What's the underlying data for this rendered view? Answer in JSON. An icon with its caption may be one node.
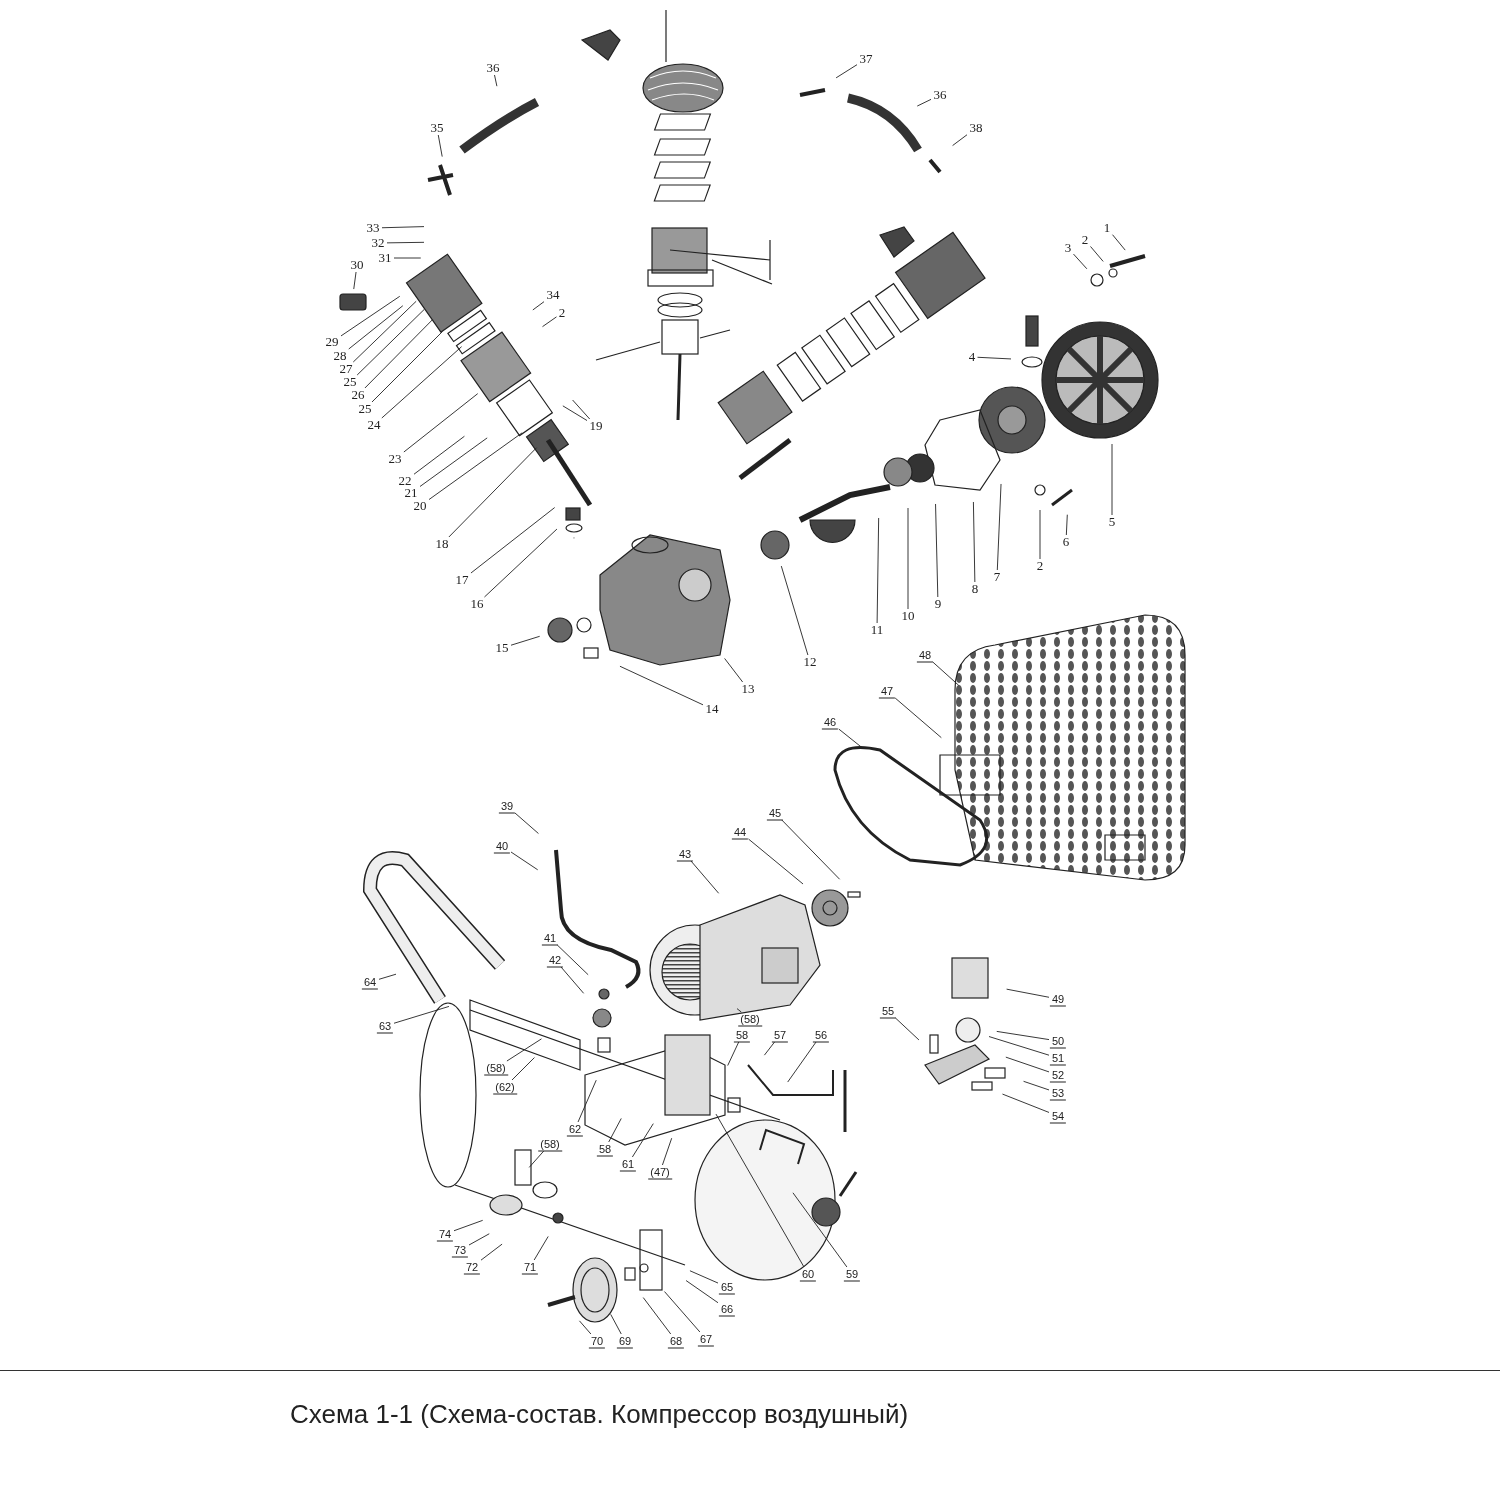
{
  "diagram": {
    "caption": "Схема 1-1 (Схема-состав. Компрессор воздушный)",
    "nodes": [
      {
        "text": [
          "1"
        ]
      },
      {
        "text": [
          "2"
        ]
      },
      {
        "text": [
          "3"
        ]
      },
      {
        "text": [
          "4"
        ]
      },
      {
        "text": [
          "5"
        ]
      },
      {
        "text": [
          "6"
        ]
      },
      {
        "text": [
          "2"
        ]
      },
      {
        "text": [
          "7"
        ]
      },
      {
        "text": [
          "8"
        ]
      },
      {
        "text": [
          "9"
        ]
      },
      {
        "text": [
          "10"
        ]
      },
      {
        "text": [
          "11"
        ]
      },
      {
        "text": [
          "12"
        ]
      },
      {
        "text": [
          "13"
        ]
      },
      {
        "text": [
          "14"
        ]
      },
      {
        "text": [
          "15"
        ]
      },
      {
        "text": [
          "16"
        ]
      },
      {
        "text": [
          "17"
        ]
      },
      {
        "text": [
          "18"
        ]
      },
      {
        "text": [
          "19"
        ]
      },
      {
        "text": [
          "20"
        ]
      },
      {
        "text": [
          "21"
        ]
      },
      {
        "text": [
          "22"
        ]
      },
      {
        "text": [
          "23"
        ]
      },
      {
        "text": [
          "24"
        ]
      },
      {
        "text": [
          "25"
        ]
      },
      {
        "text": [
          "26"
        ]
      },
      {
        "text": [
          "25"
        ]
      },
      {
        "text": [
          "27"
        ]
      },
      {
        "text": [
          "28"
        ]
      },
      {
        "text": [
          "29"
        ]
      },
      {
        "text": [
          "30"
        ]
      },
      {
        "text": [
          "31"
        ]
      },
      {
        "text": [
          "32"
        ]
      },
      {
        "text": [
          "33"
        ]
      },
      {
        "text": [
          "34"
        ]
      },
      {
        "text": [
          "2"
        ]
      },
      {
        "text": [
          "35"
        ]
      },
      {
        "text": [
          "36"
        ]
      },
      {
        "text": [
          "37"
        ]
      },
      {
        "text": [
          "36"
        ]
      },
      {
        "text": [
          "38"
        ]
      },
      {
        "text": [
          "39"
        ]
      },
      {
        "text": [
          "40"
        ]
      },
      {
        "text": [
          "41"
        ]
      },
      {
        "text": [
          "42"
        ]
      },
      {
        "text": [
          "43"
        ]
      },
      {
        "text": [
          "44"
        ]
      },
      {
        "text": [
          "45"
        ]
      },
      {
        "text": [
          "46"
        ]
      },
      {
        "text": [
          "47"
        ]
      },
      {
        "text": [
          "48"
        ]
      },
      {
        "text": [
          "49"
        ]
      },
      {
        "text": [
          "50"
        ]
      },
      {
        "text": [
          "51"
        ]
      },
      {
        "text": [
          "52"
        ]
      },
      {
        "text": [
          "53"
        ]
      },
      {
        "text": [
          "54"
        ]
      },
      {
        "text": [
          "55"
        ]
      },
      {
        "text": [
          "56"
        ]
      },
      {
        "text": [
          "57"
        ]
      },
      {
        "text": [
          "58"
        ]
      },
      {
        "text": [
          "(58)"
        ]
      },
      {
        "text": [
          "63"
        ]
      },
      {
        "text": [
          "64"
        ]
      },
      {
        "text": [
          "(58)"
        ]
      },
      {
        "text": [
          "(62)"
        ]
      },
      {
        "text": [
          "62"
        ]
      },
      {
        "text": [
          "58"
        ]
      },
      {
        "text": [
          "61"
        ]
      },
      {
        "text": [
          "(47)"
        ]
      },
      {
        "text": [
          "(58)"
        ]
      },
      {
        "text": [
          "60"
        ]
      },
      {
        "text": [
          "59"
        ]
      },
      {
        "text": [
          "74"
        ]
      },
      {
        "text": [
          "73"
        ]
      },
      {
        "text": [
          "72"
        ]
      },
      {
        "text": [
          "71"
        ]
      },
      {
        "text": [
          "65"
        ]
      },
      {
        "text": [
          "66"
        ]
      },
      {
        "text": [
          "67"
        ]
      },
      {
        "text": [
          "68"
        ]
      },
      {
        "text": [
          "69"
        ]
      },
      {
        "text": [
          "70"
        ]
      }
    ],
    "edges": [
      {
        "from": 0,
        "to": null,
        "arrow": "none"
      },
      {
        "from": 1,
        "to": null,
        "arrow": "none"
      },
      {
        "from": 2,
        "to": null,
        "arrow": "none"
      },
      {
        "from": 3,
        "to": null,
        "arrow": "none"
      },
      {
        "from": 4,
        "to": null,
        "arrow": "none"
      },
      {
        "from": 5,
        "to": null,
        "arrow": "none"
      },
      {
        "from": 6,
        "to": null,
        "arrow": "none"
      },
      {
        "from": 7,
        "to": null,
        "arrow": "none"
      },
      {
        "from": 8,
        "to": null,
        "arrow": "none"
      },
      {
        "from": 9,
        "to": null,
        "arrow": "none"
      },
      {
        "from": 10,
        "to": null,
        "arrow": "none"
      },
      {
        "from": 11,
        "to": null,
        "arrow": "none"
      },
      {
        "from": 12,
        "to": null,
        "arrow": "none"
      },
      {
        "from": 13,
        "to": null,
        "arrow": "none"
      },
      {
        "from": 14,
        "to": null,
        "arrow": "none"
      },
      {
        "from": 15,
        "to": null,
        "arrow": "none"
      },
      {
        "from": 16,
        "to": null,
        "arrow": "none"
      },
      {
        "from": 17,
        "to": null,
        "arrow": "none"
      },
      {
        "from": 18,
        "to": null,
        "arrow": "none"
      },
      {
        "from": 19,
        "to": null,
        "arrow": "none"
      },
      {
        "from": 20,
        "to": null,
        "arrow": "none"
      },
      {
        "from": 21,
        "to": null,
        "arrow": "none"
      },
      {
        "from": 22,
        "to": null,
        "arrow": "none"
      },
      {
        "from": 23,
        "to": null,
        "arrow": "none"
      },
      {
        "from": 24,
        "to": null,
        "arrow": "none"
      },
      {
        "from": 25,
        "to": null,
        "arrow": "none"
      },
      {
        "from": 26,
        "to": null,
        "arrow": "none"
      },
      {
        "from": 27,
        "to": null,
        "arrow": "none"
      },
      {
        "from": 28,
        "to": null,
        "arrow": "none"
      },
      {
        "from": 29,
        "to": null,
        "arrow": "none"
      },
      {
        "from": 30,
        "to": null,
        "arrow": "none"
      },
      {
        "from": 31,
        "to": null,
        "arrow": "none"
      },
      {
        "from": 32,
        "to": null,
        "arrow": "none"
      },
      {
        "from": 33,
        "to": null,
        "arrow": "none"
      },
      {
        "from": 34,
        "to": null,
        "arrow": "none"
      },
      {
        "from": 35,
        "to": null,
        "arrow": "none"
      },
      {
        "from": 36,
        "to": null,
        "arrow": "none"
      },
      {
        "from": 37,
        "to": null,
        "arrow": "none"
      },
      {
        "from": 38,
        "to": null,
        "arrow": "none"
      },
      {
        "from": 39,
        "to": null,
        "arrow": "none"
      },
      {
        "from": 40,
        "to": null,
        "arrow": "none"
      },
      {
        "from": 41,
        "to": null,
        "arrow": "none"
      },
      {
        "from": 42,
        "to": null,
        "arrow": "none"
      },
      {
        "from": 43,
        "to": null,
        "arrow": "none"
      },
      {
        "from": 44,
        "to": null,
        "arrow": "none"
      },
      {
        "from": 45,
        "to": null,
        "arrow": "none"
      },
      {
        "from": 46,
        "to": null,
        "arrow": "none"
      },
      {
        "from": 47,
        "to": null,
        "arrow": "none"
      },
      {
        "from": 48,
        "to": null,
        "arrow": "none"
      },
      {
        "from": 49,
        "to": null,
        "arrow": "none"
      },
      {
        "from": 50,
        "to": null,
        "arrow": "none"
      },
      {
        "from": 51,
        "to": null,
        "arrow": "none"
      },
      {
        "from": 52,
        "to": null,
        "arrow": "none"
      },
      {
        "from": 53,
        "to": null,
        "arrow": "none"
      },
      {
        "from": 54,
        "to": null,
        "arrow": "none"
      },
      {
        "from": 55,
        "to": null,
        "arrow": "none"
      },
      {
        "from": 56,
        "to": null,
        "arrow": "none"
      },
      {
        "from": 57,
        "to": null,
        "arrow": "none"
      },
      {
        "from": 58,
        "to": null,
        "arrow": "none"
      },
      {
        "from": 59,
        "to": null,
        "arrow": "none"
      },
      {
        "from": 60,
        "to": null,
        "arrow": "none"
      },
      {
        "from": 61,
        "to": null,
        "arrow": "none"
      },
      {
        "from": 62,
        "to": null,
        "arrow": "none"
      },
      {
        "from": 63,
        "to": null,
        "arrow": "none"
      },
      {
        "from": 64,
        "to": null,
        "arrow": "none"
      },
      {
        "from": 65,
        "to": null,
        "arrow": "none"
      },
      {
        "from": 66,
        "to": null,
        "arrow": "none"
      },
      {
        "from": 67,
        "to": null,
        "arrow": "none"
      },
      {
        "from": 68,
        "to": null,
        "arrow": "none"
      },
      {
        "from": 69,
        "to": null,
        "arrow": "none"
      },
      {
        "from": 70,
        "to": null,
        "arrow": "none"
      },
      {
        "from": 71,
        "to": null,
        "arrow": "none"
      },
      {
        "from": 72,
        "to": null,
        "arrow": "none"
      },
      {
        "from": 73,
        "to": null,
        "arrow": "none"
      },
      {
        "from": 74,
        "to": null,
        "arrow": "none"
      },
      {
        "from": 75,
        "to": null,
        "arrow": "none"
      },
      {
        "from": 76,
        "to": null,
        "arrow": "none"
      },
      {
        "from": 77,
        "to": null,
        "arrow": "none"
      },
      {
        "from": 78,
        "to": null,
        "arrow": "none"
      },
      {
        "from": 79,
        "to": null,
        "arrow": "none"
      },
      {
        "from": 80,
        "to": null,
        "arrow": "none"
      },
      {
        "from": 81,
        "to": null,
        "arrow": "none"
      },
      {
        "from": 82,
        "to": null,
        "arrow": "none"
      },
      {
        "from": 83,
        "to": null,
        "arrow": "none"
      },
      {
        "from": 19,
        "to": null,
        "arrow": "none"
      }
    ]
  }
}
